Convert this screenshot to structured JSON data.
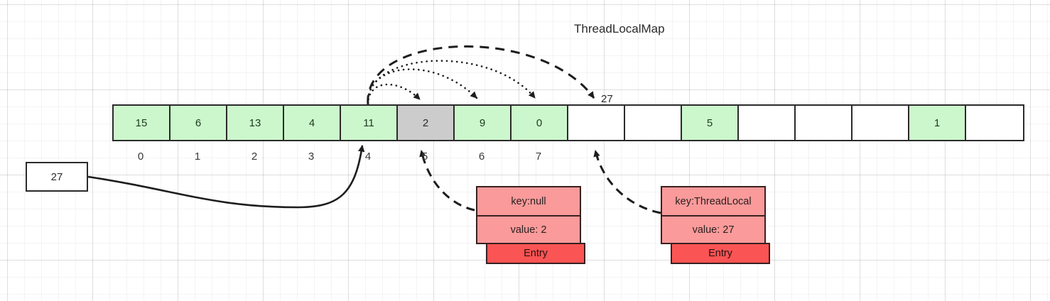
{
  "title": "ThreadLocalMap",
  "colors": {
    "occupied_cell": "#ccf7cc",
    "stale_cell": "#cccccc",
    "empty_cell": "#ffffff",
    "entry_body": "#fb9a9a",
    "entry_tag": "#fb5454",
    "border": "#2b2b2b"
  },
  "source_box": {
    "value": "27"
  },
  "array": {
    "cells": [
      {
        "value": "15",
        "state": "green"
      },
      {
        "value": "6",
        "state": "green"
      },
      {
        "value": "13",
        "state": "green"
      },
      {
        "value": "4",
        "state": "green"
      },
      {
        "value": "11",
        "state": "green"
      },
      {
        "value": "2",
        "state": "gray"
      },
      {
        "value": "9",
        "state": "green"
      },
      {
        "value": "0",
        "state": "green"
      },
      {
        "value": "",
        "state": "empty"
      },
      {
        "value": "",
        "state": "empty"
      },
      {
        "value": "5",
        "state": "green"
      },
      {
        "value": "",
        "state": "empty"
      },
      {
        "value": "",
        "state": "empty"
      },
      {
        "value": "",
        "state": "empty"
      },
      {
        "value": "1",
        "state": "green"
      },
      {
        "value": "",
        "state": "empty"
      }
    ],
    "indices": [
      "0",
      "1",
      "2",
      "3",
      "4",
      "5",
      "6",
      "7"
    ]
  },
  "probe_label": "27",
  "entries": [
    {
      "key": "key:null",
      "value": "value: 2",
      "tag": "Entry"
    },
    {
      "key": "key:ThreadLocal",
      "value": "value: 27",
      "tag": "Entry"
    }
  ]
}
